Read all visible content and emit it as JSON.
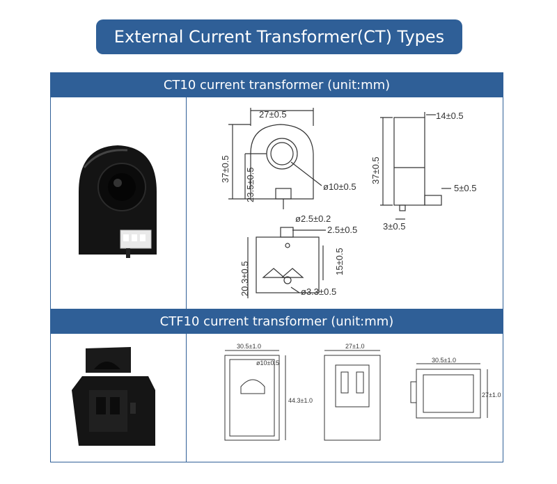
{
  "title": "External Current Transformer(CT) Types",
  "sections": [
    {
      "heading": "CT10 current transformer (unit:mm)",
      "dims": {
        "top_width": "27±0.5",
        "height": "37±0.5",
        "center_height": "23.5±0.5",
        "hole_dia": "ø10±0.5",
        "side_width": "14±0.5",
        "side_height": "37±0.5",
        "tab_5": "5±0.5",
        "tab_3": "3±0.5",
        "pin_dia": "ø2.5±0.2",
        "pin_len": "2.5±0.5",
        "bottom_height": "20.3±0.5",
        "bottom_inner": "15±0.5",
        "mount_hole": "ø3.3±0.5"
      }
    },
    {
      "heading": "CTF10 current transformer (unit:mm)",
      "dims": {
        "front_width": "30.5±1.0",
        "hole_dia": "ø10±0.5",
        "height": "44.3±1.0",
        "side_width": "27±1.0",
        "top_width": "30.5±1.0",
        "top_height": "27±1.0"
      }
    }
  ],
  "colors": {
    "accent": "#2f5f97",
    "product": "#141414"
  }
}
